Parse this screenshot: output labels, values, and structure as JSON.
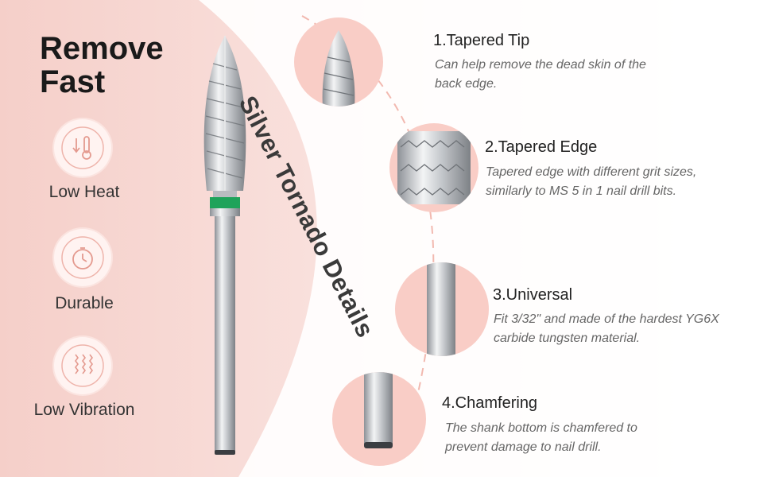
{
  "headline": "Remove Fast",
  "badges": [
    {
      "label": "Low Heat",
      "icon": "thermometer-down-icon"
    },
    {
      "label": "Durable",
      "icon": "stopwatch-icon"
    },
    {
      "label": "Low Vibration",
      "icon": "zigzag-waves-icon"
    }
  ],
  "vertical_title": "Silver Tornado Details",
  "features": [
    {
      "title": "1.Tapered Tip",
      "desc_line1": "Can help remove the dead skin of the",
      "desc_line2": "back edge."
    },
    {
      "title": "2.Tapered Edge",
      "desc_line1": "Tapered edge with different grit sizes,",
      "desc_line2": "similarly to MS 5 in 1 nail drill bits."
    },
    {
      "title": "3.Universal",
      "desc_line1": "Fit 3/32\" and made of the hardest YG6X",
      "desc_line2": "carbide tungsten material."
    },
    {
      "title": "4.Chamfering",
      "desc_line1": "The shank bottom is chamfered to",
      "desc_line2": "prevent damage to nail drill."
    }
  ],
  "colors": {
    "background": "#f6d6d1",
    "accent_band": "#1fa35a",
    "metal": "#c9ccd0"
  }
}
